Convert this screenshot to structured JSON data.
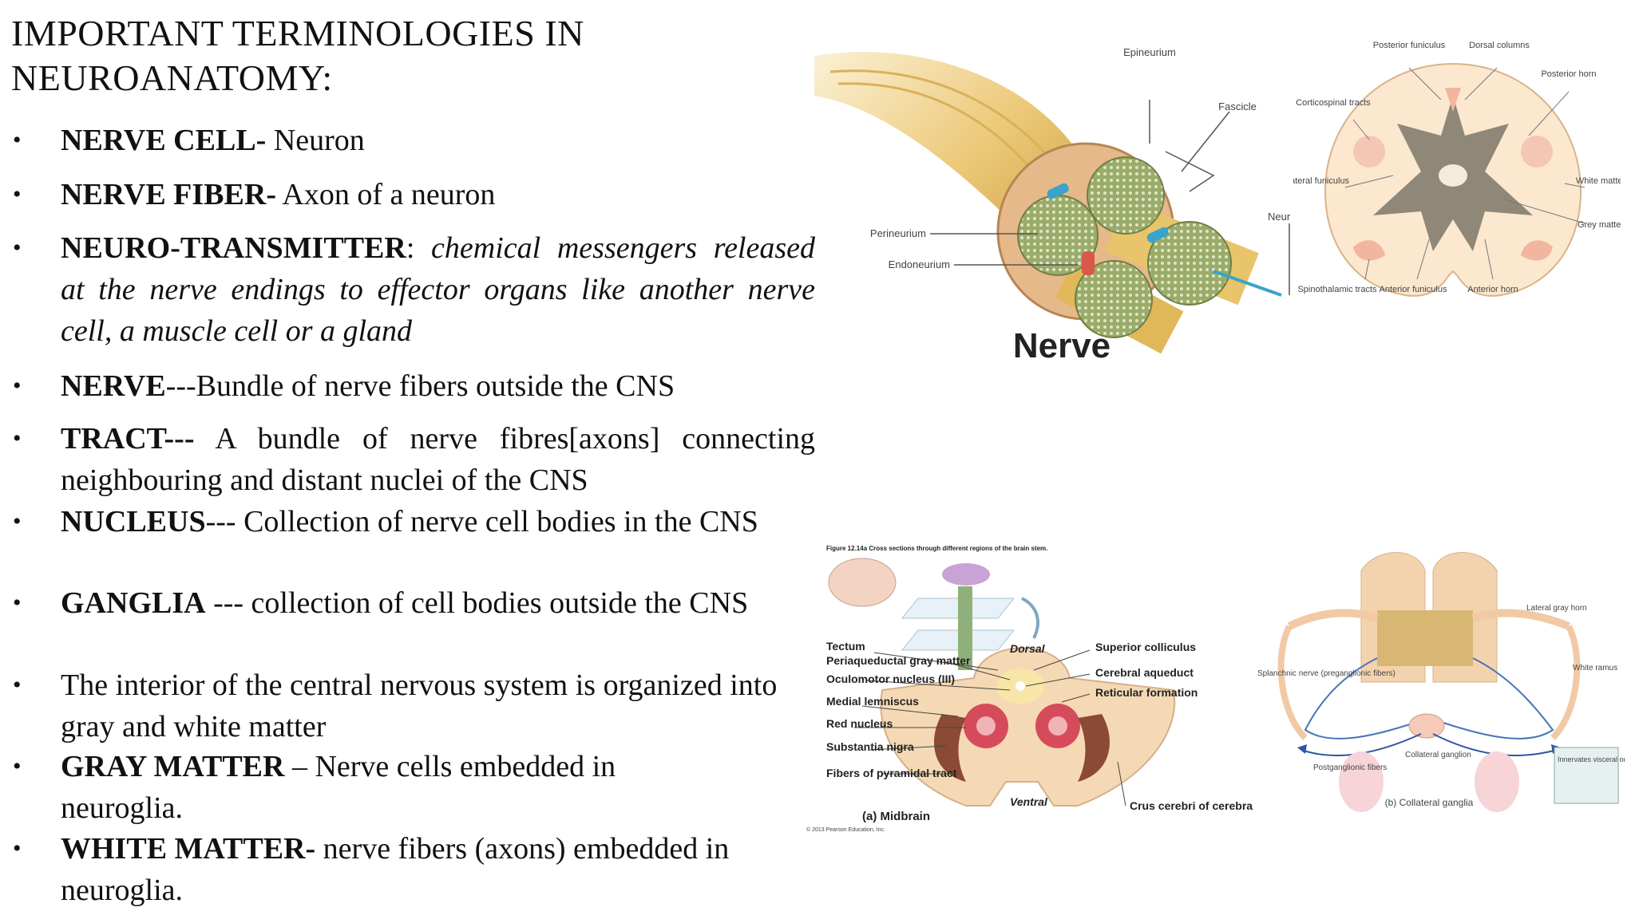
{
  "title": {
    "line1": "IMPORTANT TERMINOLOGIES IN",
    "line2": "NEUROANATOMY:"
  },
  "bullet_glyph": "•",
  "items": [
    {
      "term": "NERVE CELL-",
      "sep": " ",
      "def": "Neuron"
    },
    {
      "term": "NERVE FIBER-",
      "sep": " ",
      "def": "Axon of a neuron"
    },
    {
      "term": "NEURO-TRANSMITTER",
      "sep": ": ",
      "def": "chemical messengers released at the nerve endings to effector organs like another nerve cell, a muscle cell or a gland"
    },
    {
      "term": "NERVE",
      "sep": "",
      "def": "---Bundle of nerve fibers outside the CNS"
    },
    {
      "term": "TRACT---",
      "sep": " ",
      "def": "A bundle of nerve fibres[axons] connecting neighbouring and distant nuclei of the CNS"
    },
    {
      "term": "NUCLEUS",
      "sep": "",
      "def": "--- Collection of nerve cell bodies in the CNS"
    },
    {
      "term": "GANGLIA",
      "sep": " ",
      "def": "--- collection of cell bodies outside the CNS"
    },
    {
      "term": "",
      "sep": "",
      "def": "The interior of the central nervous system is organized into gray and white matter"
    },
    {
      "term": "GRAY MATTER",
      "sep": " ",
      "def": "– Nerve cells embedded in neuroglia."
    },
    {
      "term": "WHITE MATTER-",
      "sep": "  ",
      "def": "nerve fibers (axons) embedded in neuroglia."
    }
  ],
  "fig_nerve": {
    "caption": "Nerve",
    "labels": {
      "epineurium": "Epineurium",
      "fascicle": "Fascicle",
      "perineurium": "Perineurium",
      "endoneurium": "Endoneurium",
      "neuron": "Neur"
    }
  },
  "fig_spinal": {
    "labels": {
      "posterior_funiculus": "Posterior funiculus",
      "dorsal_columns": "Dorsal columns",
      "posterior_horn": "Posterior horn",
      "corticospinal_tracts": "Corticospinal tracts",
      "lateral_funiculus": "Lateral funiculus",
      "white_matter": "White matter",
      "grey_matter": "Grey matter",
      "spinothalamic_tracts": "Spinothalamic tracts",
      "anterior_funiculus": "Anterior funiculus",
      "anterior_horn": "Anterior horn"
    }
  },
  "fig_midbrain": {
    "figure_title": "Figure 12.14a  Cross sections through different regions of the brain stem.",
    "dorsal": "Dorsal",
    "ventral": "Ventral",
    "caption": "(a) Midbrain",
    "credit": "© 2013 Pearson Education, Inc.",
    "left_labels": [
      "Tectum",
      "Periaqueductal gray matter",
      "Oculomotor nucleus (III)",
      "Medial lemniscus",
      "Red nucleus",
      "Substantia nigra",
      "Fibers of pyramidal tract"
    ],
    "right_labels": [
      "Superior colliculus",
      "Cerebral aqueduct",
      "Reticular formation",
      "Crus cerebri of cerebral peduncle"
    ]
  },
  "fig_ganglia": {
    "caption": "(b) Collateral ganglia",
    "labels": {
      "lateral_gray_horn": "Lateral gray horn",
      "white_ramus": "White ramus",
      "splanchnic_nerve": "Splanchnic nerve (preganglionic fibers)",
      "postganglionic_fibers": "Postganglionic fibers",
      "collateral_ganglion": "Collateral ganglion",
      "innervates": "Innervates visceral organs in abdominopelvic cavity"
    }
  },
  "colors": {
    "text": "#111111",
    "nerve_yellow": "#e8c46a",
    "fascicle_green": "#9aab6a",
    "tissue_peach": "#f6dcc0",
    "tissue_pink": "#f2b5a0",
    "gray_matter": "#8f8878"
  }
}
